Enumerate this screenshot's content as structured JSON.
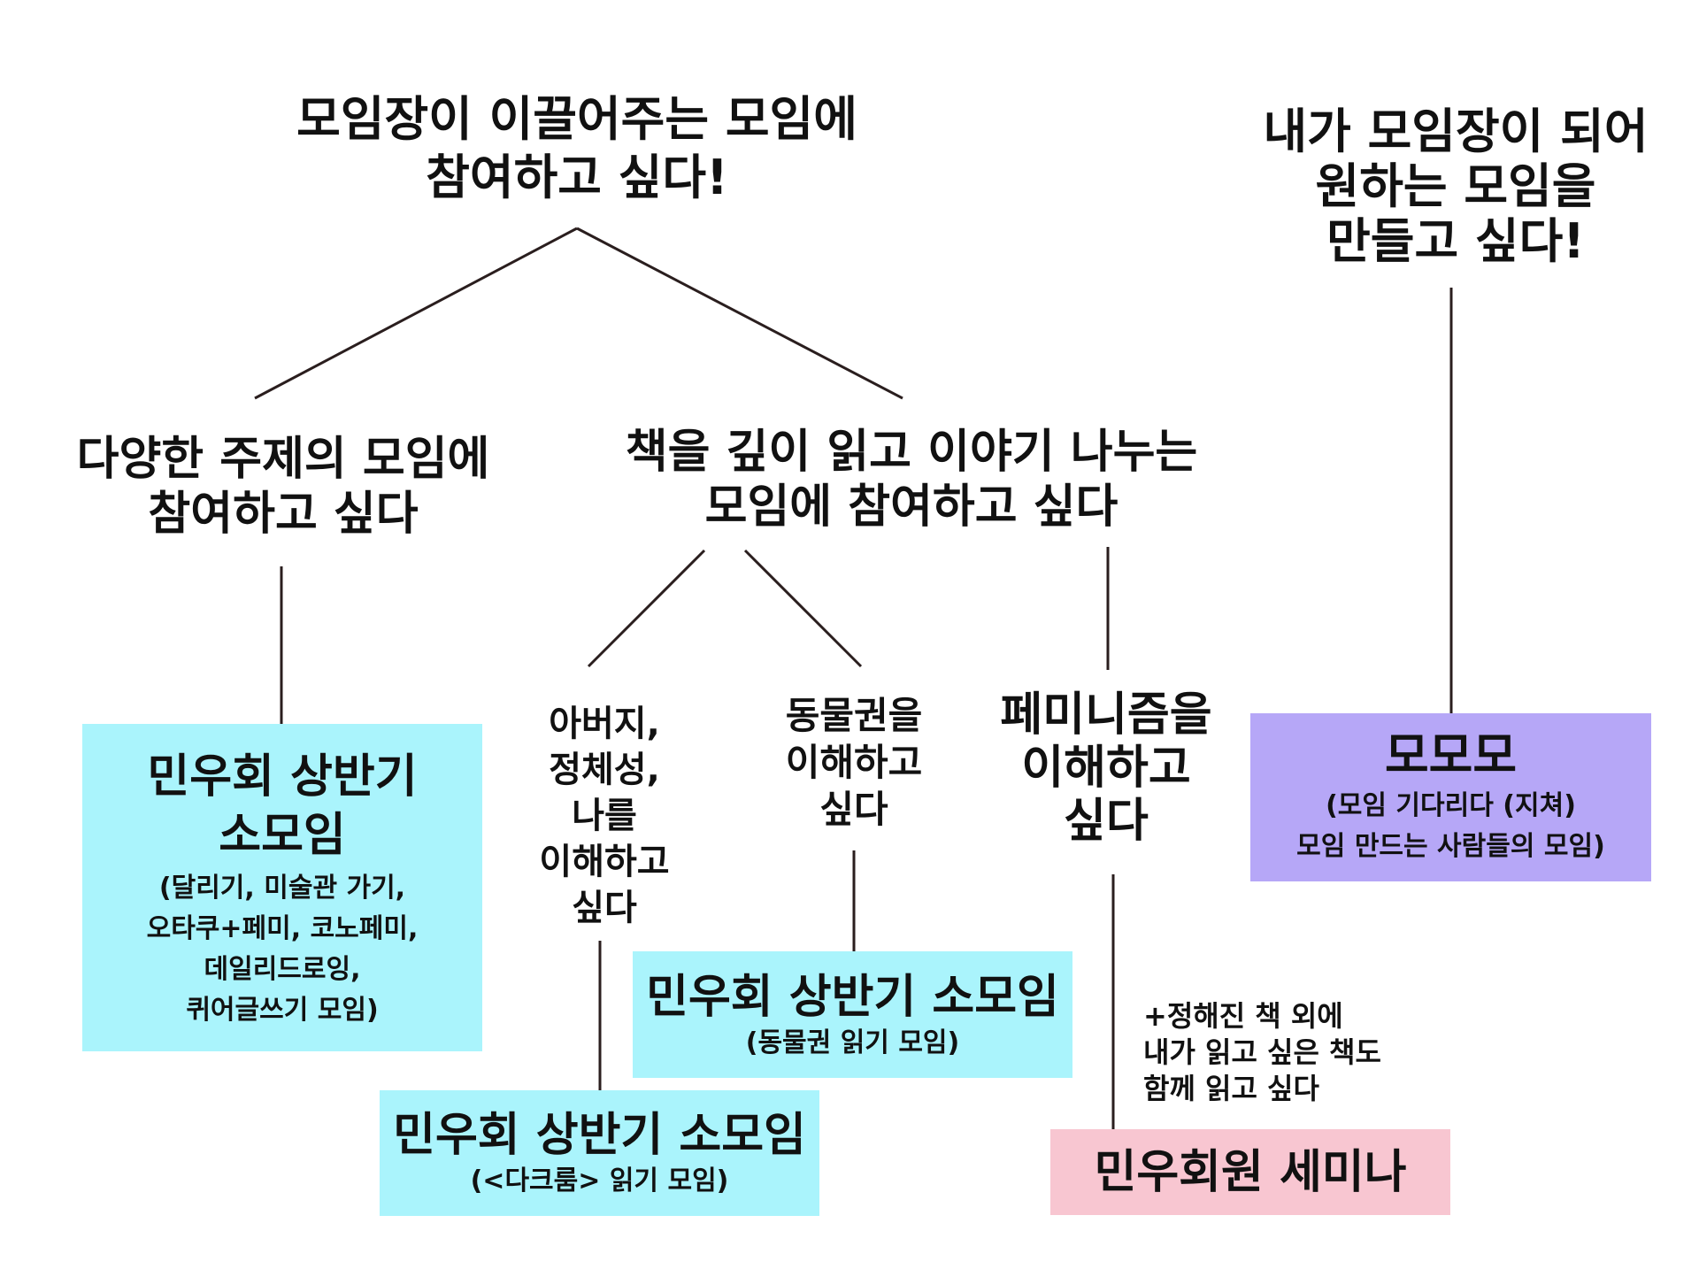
{
  "colors": {
    "cyan_box": "#aaf4fc",
    "purple_box": "#b6a7f7",
    "pink_box": "#f8c6d1",
    "line": "#2a1e1e"
  },
  "nodes": {
    "root_left": "모임장이 이끌어주는 모임에\n참여하고 싶다!",
    "root_right": "내가 모임장이 되어\n원하는 모임을\n만들고 싶다!",
    "various_topics": "다양한 주제의 모임에\n참여하고 싶다",
    "deep_reading": "책을 깊이 읽고 이야기 나누는\n모임에 참여하고 싶다",
    "father_identity": "아버지,\n정체성,\n나를\n이해하고\n싶다",
    "animal_rights": "동물권을\n이해하고\n싶다",
    "feminism": "페미니즘을\n이해하고\n싶다",
    "extra_books_note": "+정해진 책 외에\n내가 읽고 싶은 책도\n함께 읽고 싶다"
  },
  "boxes": {
    "small_group_various": {
      "title": "민우회 상반기\n소모임",
      "sub": "(달리기, 미술관 가기,\n오타쿠+페미, 코노페미,\n데일리드로잉,\n퀴어글쓰기 모임)"
    },
    "small_group_animal": {
      "title": "민우회 상반기 소모임",
      "sub": "(동물권 읽기 모임)"
    },
    "small_group_darkroom": {
      "title": "민우회 상반기 소모임",
      "sub": "(<다크룸> 읽기 모임)"
    },
    "seminar": {
      "title": "민우회원 세미나"
    },
    "momomo": {
      "title": "모모모",
      "sub": "(모임 기다리다 (지쳐)\n모임 만드는 사람들의 모임)"
    }
  }
}
